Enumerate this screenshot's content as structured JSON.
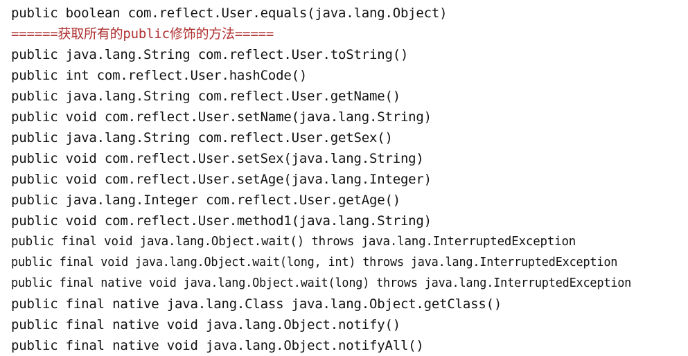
{
  "window": {
    "title": "Console Output",
    "background_color": "#ffffff"
  },
  "colors": {
    "default_text": "#111111",
    "accent_text": "#b03030"
  },
  "console": {
    "lines": [
      {
        "text": "public boolean com.reflect.User.equals(java.lang.Object)",
        "tone": "default",
        "fit": "normal"
      },
      {
        "text": "======获取所有的public修饰的方法=====",
        "tone": "accent",
        "fit": "normal"
      },
      {
        "text": "public java.lang.String com.reflect.User.toString()",
        "tone": "default",
        "fit": "normal"
      },
      {
        "text": "public int com.reflect.User.hashCode()",
        "tone": "default",
        "fit": "normal"
      },
      {
        "text": "public java.lang.String com.reflect.User.getName()",
        "tone": "default",
        "fit": "normal"
      },
      {
        "text": "public void com.reflect.User.setName(java.lang.String)",
        "tone": "default",
        "fit": "normal"
      },
      {
        "text": "public java.lang.String com.reflect.User.getSex()",
        "tone": "default",
        "fit": "normal"
      },
      {
        "text": "public void com.reflect.User.setSex(java.lang.String)",
        "tone": "default",
        "fit": "normal"
      },
      {
        "text": "public void com.reflect.User.setAge(java.lang.Integer)",
        "tone": "default",
        "fit": "normal"
      },
      {
        "text": "public java.lang.Integer com.reflect.User.getAge()",
        "tone": "default",
        "fit": "normal"
      },
      {
        "text": "public void com.reflect.User.method1(java.lang.String)",
        "tone": "default",
        "fit": "normal"
      },
      {
        "text": "public final void java.lang.Object.wait() throws java.lang.InterruptedException",
        "tone": "default",
        "fit": "condensed"
      },
      {
        "text": "public final void java.lang.Object.wait(long, int) throws java.lang.InterruptedException",
        "tone": "default",
        "fit": "tight"
      },
      {
        "text": "public final native void java.lang.Object.wait(long) throws java.lang.InterruptedException",
        "tone": "default",
        "fit": "tight"
      },
      {
        "text": "public final native java.lang.Class java.lang.Object.getClass()",
        "tone": "default",
        "fit": "normal"
      },
      {
        "text": "public final native void java.lang.Object.notify()",
        "tone": "default",
        "fit": "normal"
      },
      {
        "text": "public final native void java.lang.Object.notifyAll()",
        "tone": "default",
        "fit": "normal"
      }
    ]
  }
}
